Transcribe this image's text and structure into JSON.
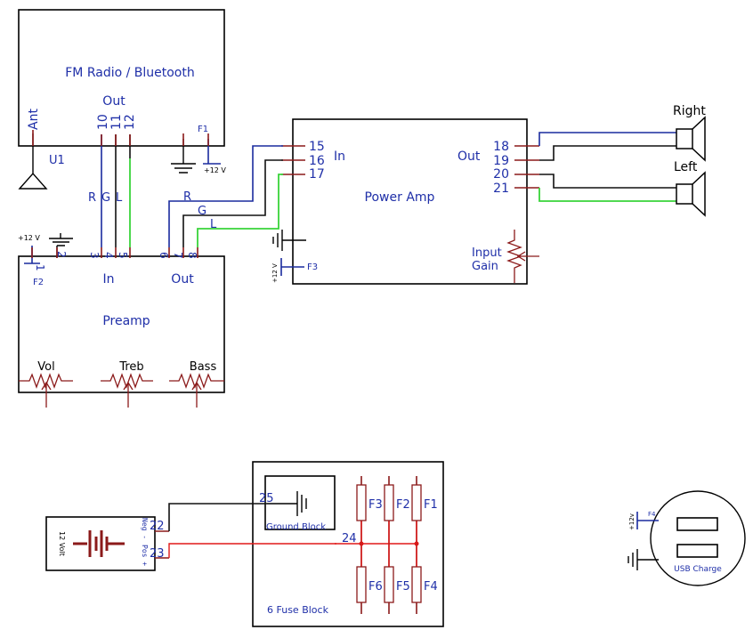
{
  "radio": {
    "title": "FM Radio / Bluetooth",
    "out_label": "Out",
    "pins": [
      "10",
      "11",
      "12"
    ],
    "ant_label": "Ant",
    "ref": "U1",
    "fuse": "F1",
    "supply": "+12 V"
  },
  "preamp": {
    "title": "Preamp",
    "in_label": "In",
    "out_label": "Out",
    "pins_power": [
      "1",
      "2"
    ],
    "pins_in": [
      "3",
      "4",
      "5"
    ],
    "pins_out": [
      "6",
      "7",
      "8"
    ],
    "supply": "+12 V",
    "fuse": "F2",
    "controls": [
      "Vol",
      "Treb",
      "Bass"
    ],
    "wire_labels_in": [
      "R",
      "G",
      "L"
    ],
    "wire_labels_out": [
      "R",
      "G",
      "L"
    ]
  },
  "amp": {
    "title": "Power Amp",
    "in_label": "In",
    "out_label": "Out",
    "pins_in": [
      "15",
      "16",
      "17"
    ],
    "pins_out": [
      "18",
      "19",
      "20",
      "21"
    ],
    "gain_label_1": "Input",
    "gain_label_2": "Gain",
    "supply": "+12 V",
    "fuse": "F3"
  },
  "speakers": {
    "right": "Right",
    "left": "Left"
  },
  "battery": {
    "label": "12 Volt",
    "neg_label": "Neg -",
    "pos_label": "Pos +",
    "pins": [
      "22",
      "23"
    ]
  },
  "fuse_block": {
    "title": "6 Fuse Block",
    "ground_block": "Ground Block",
    "ground_pin": "25",
    "bus_pin": "24",
    "fuses_top": [
      "F3",
      "F2",
      "F1"
    ],
    "fuses_bottom": [
      "F6",
      "F5",
      "F4"
    ]
  },
  "usb": {
    "label": "USB Charge",
    "supply": "+12v",
    "fuse": "F4"
  },
  "colors": {
    "wire_blue": "#1a2b9e",
    "wire_black": "#111111",
    "wire_green": "#39d43a",
    "wire_red": "#e01818",
    "pin": "#8b1a1a",
    "text": "#1f2fa8"
  }
}
